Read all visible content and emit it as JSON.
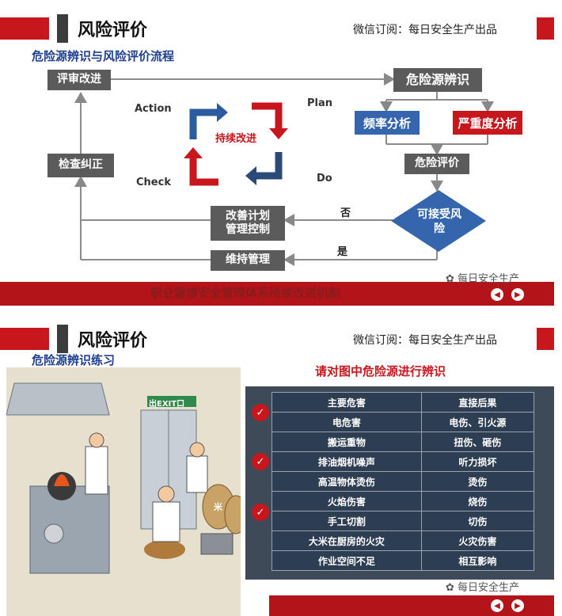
{
  "slide1": {
    "title": "风险评价",
    "subscribe": "微信订阅：每日安全生产出品",
    "section_title": "危险源辨识与风险评价流程",
    "nodes": {
      "review": "评审改进",
      "identify": "危险源辨识",
      "freq": "频率分析",
      "severity": "严重度分析",
      "evaluate": "危险评价",
      "acceptable": "可接受风险",
      "improve": "改善计划\n管理控制",
      "maintain": "维持管理",
      "check": "检查纠正"
    },
    "pdca": {
      "action": "Action",
      "plan": "Plan",
      "check": "Check",
      "do": "Do",
      "center": "持续改进"
    },
    "edges": {
      "no": "否",
      "yes": "是"
    },
    "footer": "职业健康安全管理体系持续改进机制",
    "watermark": "每日安全生产"
  },
  "slide2": {
    "title": "风险评价",
    "subscribe": "微信订阅：每日安全生产出品",
    "section_title": "危险源辨识练习",
    "prompt": "请对图中危险源进行辨识",
    "table": {
      "headers": [
        "主要危害",
        "直接后果"
      ],
      "rows": [
        [
          "电危害",
          "电伤、引火源"
        ],
        [
          "搬运重物",
          "扭伤、砸伤"
        ],
        [
          "排油烟机噪声",
          "听力损坏"
        ],
        [
          "高温物体烫伤",
          "烫伤"
        ],
        [
          "火焰伤害",
          "烧伤"
        ],
        [
          "手工切割",
          "切伤"
        ],
        [
          "大米在厨房的火灾",
          "火灾伤害"
        ],
        [
          "作业空间不足",
          "相互影响"
        ]
      ]
    },
    "picture_text": {
      "exit": "出EXIT口",
      "sack": "米"
    },
    "watermark": "每日安全生产"
  },
  "colors": {
    "red": "#c8161d",
    "blue": "#3565ad",
    "gray": "#5b5b5b",
    "navy": "#1f3f8f"
  },
  "icons": {
    "check": "check-circle-icon",
    "prev": "prev-arrow-icon",
    "next": "next-arrow-icon",
    "wechat": "wechat-icon"
  }
}
